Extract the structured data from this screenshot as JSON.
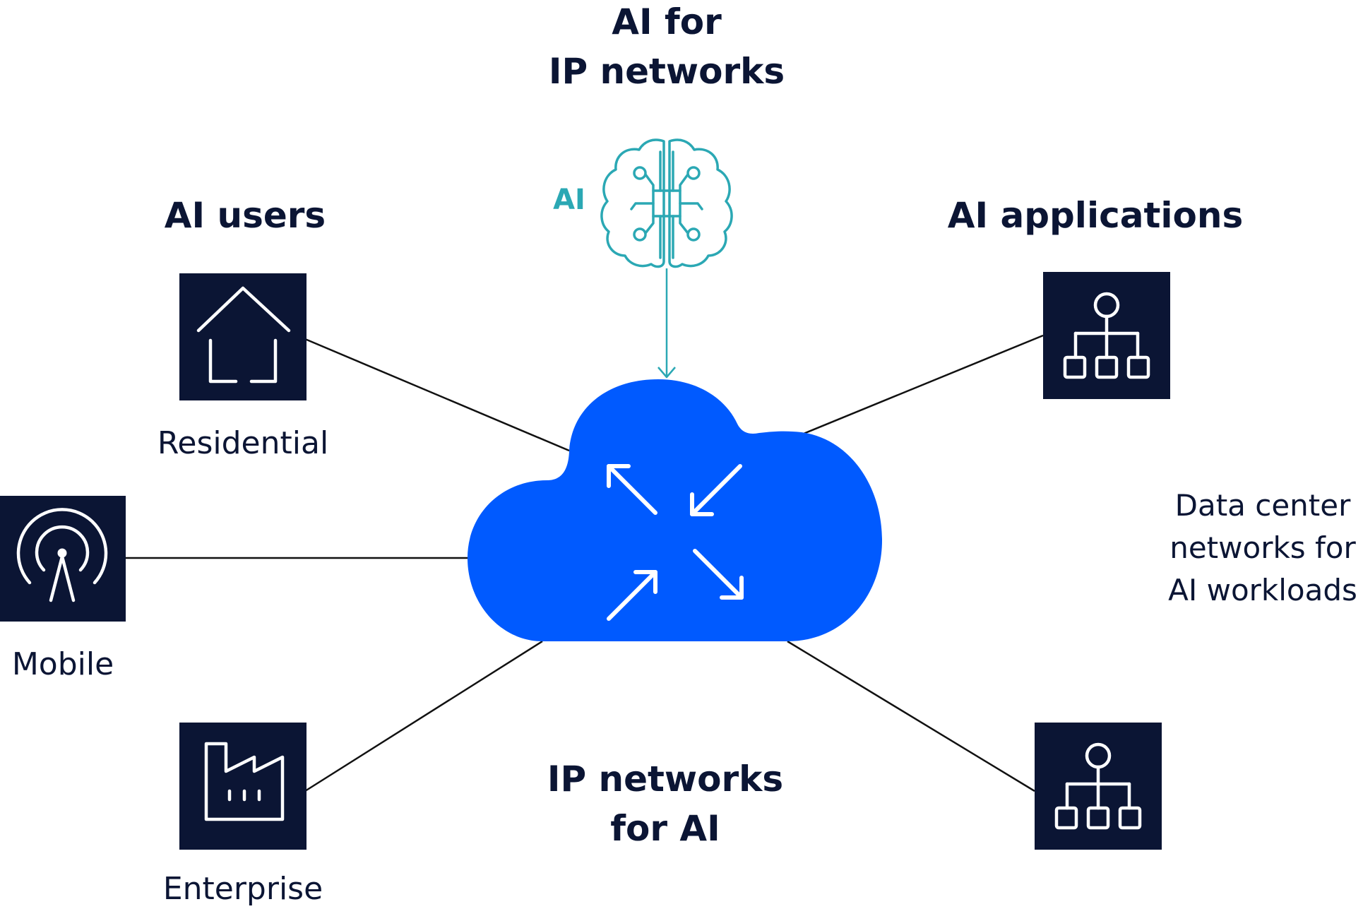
{
  "headings": {
    "ai_for_ip_line1": "AI for",
    "ai_for_ip_line2": "IP networks",
    "ai_users": "AI users",
    "ai_applications": "AI applications",
    "ip_for_ai_line1": "IP networks",
    "ip_for_ai_line2": "for AI"
  },
  "ai_tag": "AI",
  "nodes": {
    "residential": {
      "label": "Residential",
      "icon": "house-icon"
    },
    "mobile": {
      "label": "Mobile",
      "icon": "antenna-icon"
    },
    "enterprise": {
      "label": "Enterprise",
      "icon": "factory-icon"
    },
    "app_top": {
      "label": "",
      "icon": "hierarchy-icon"
    },
    "app_bottom": {
      "label": "",
      "icon": "hierarchy-icon"
    }
  },
  "data_center": {
    "line1": "Data center",
    "line2": "networks for",
    "line3": "AI workloads"
  },
  "cloud": {
    "icon": "converge-arrows-icon"
  },
  "brain": {
    "icon": "ai-brain-chip-icon"
  },
  "colors": {
    "navy": "#0b1534",
    "cloud_blue": "#005aff",
    "teal": "#2ba8b4",
    "line": "#111111",
    "background": "#ffffff"
  }
}
